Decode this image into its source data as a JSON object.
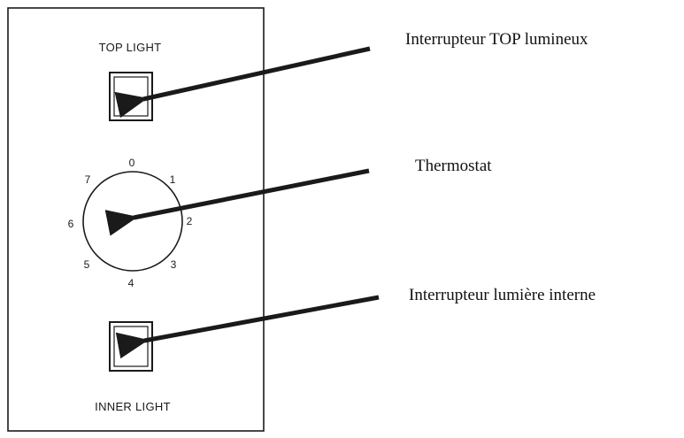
{
  "panel": {
    "top_switch_label": "TOP LIGHT",
    "inner_switch_label": "INNER LIGHT"
  },
  "thermostat_dial": {
    "numbers": [
      "0",
      "1",
      "2",
      "3",
      "4",
      "5",
      "6",
      "7"
    ]
  },
  "callouts": {
    "top_switch": "Interrupteur TOP lumineux",
    "thermostat": "Thermostat",
    "inner_switch": "Interrupteur lumière interne"
  },
  "colors": {
    "line": "#1a1a1a",
    "background": "#ffffff"
  }
}
